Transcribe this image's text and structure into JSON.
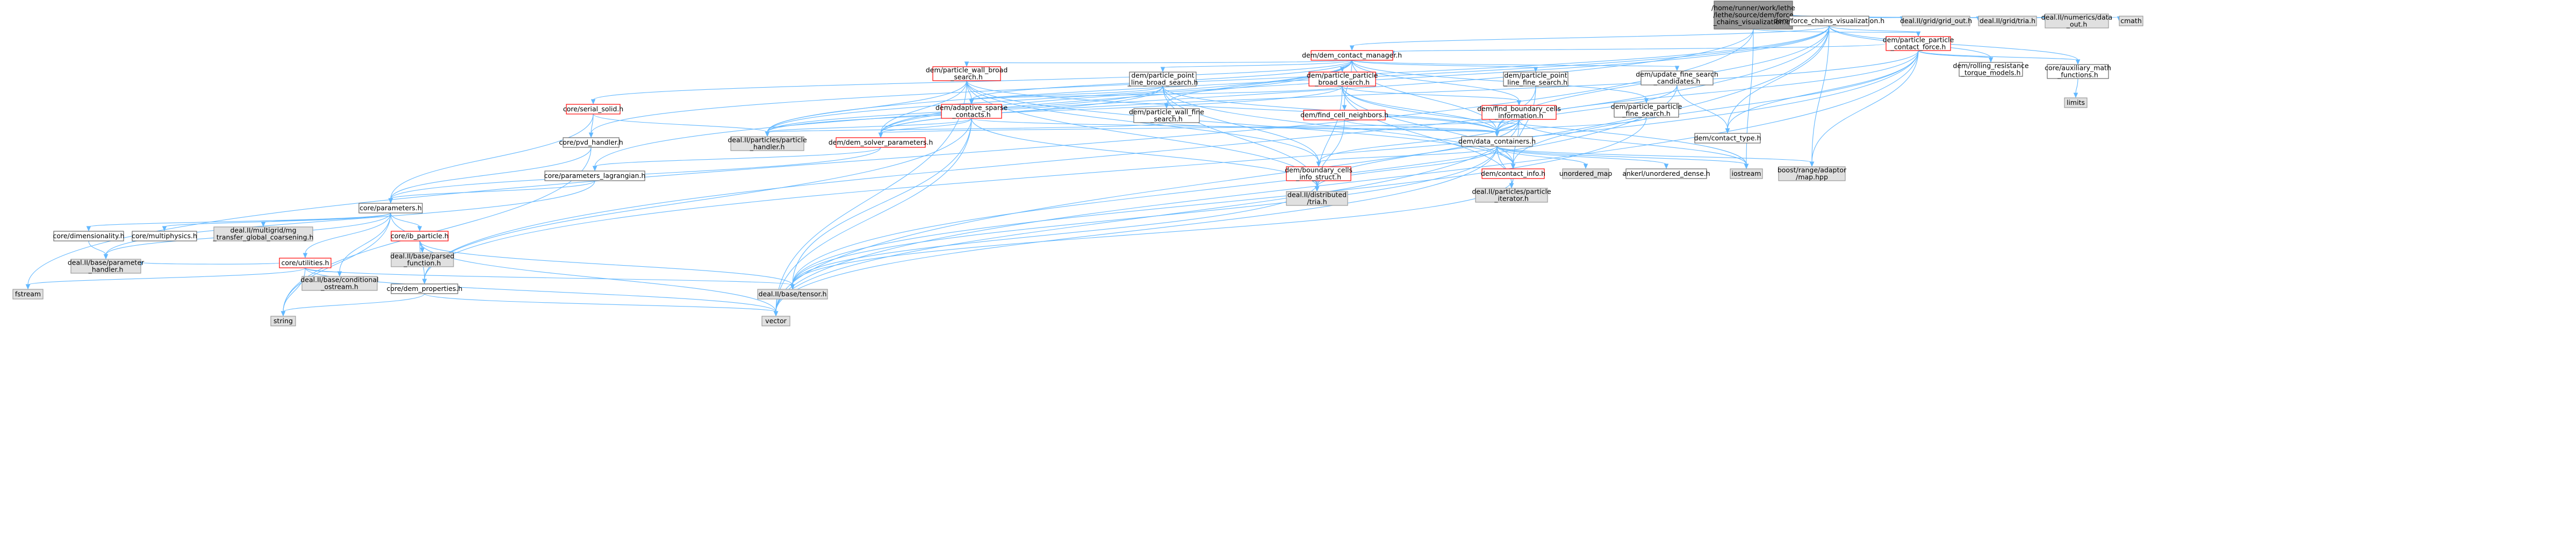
{
  "colors": {
    "root_fill": "#999999",
    "grey_fill": "#e0e0e0",
    "grey_stroke": "#999999",
    "white_fill": "#ffffff",
    "white_stroke": "#666666",
    "red_stroke": "#ff0000",
    "edge": "#63b8ff",
    "text": "#000000"
  },
  "nodes": {
    "root": {
      "lines": [
        "/home/runner/work/lethe",
        "/lethe/source/dem/force",
        "_chains_visualization.cc"
      ],
      "kind": "root",
      "interactable": false
    },
    "fcv": {
      "lines": [
        "dem/force_chains_visualization.h"
      ],
      "kind": "white",
      "interactable": true
    },
    "grid_out": {
      "lines": [
        "deal.II/grid/grid_out.h"
      ],
      "kind": "grey",
      "interactable": false
    },
    "grid_tria": {
      "lines": [
        "deal.II/grid/tria.h"
      ],
      "kind": "grey",
      "interactable": false
    },
    "data_out": {
      "lines": [
        "deal.II/numerics/data",
        "_out.h"
      ],
      "kind": "grey",
      "interactable": false
    },
    "cmath": {
      "lines": [
        "cmath"
      ],
      "kind": "grey",
      "interactable": false
    },
    "ppcf": {
      "lines": [
        "dem/particle_particle",
        "_contact_force.h"
      ],
      "kind": "red",
      "interactable": true
    },
    "dcm": {
      "lines": [
        "dem/dem_contact_manager.h"
      ],
      "kind": "red",
      "interactable": true
    },
    "rolling": {
      "lines": [
        "dem/rolling_resistance",
        "_torque_models.h"
      ],
      "kind": "white",
      "interactable": true
    },
    "aux_math": {
      "lines": [
        "core/auxiliary_math",
        "_functions.h"
      ],
      "kind": "white",
      "interactable": true
    },
    "limits": {
      "lines": [
        "limits"
      ],
      "kind": "grey",
      "interactable": false
    },
    "pwbs": {
      "lines": [
        "dem/particle_wall_broad",
        "_search.h"
      ],
      "kind": "red",
      "interactable": true
    },
    "pplbs": {
      "lines": [
        "dem/particle_point",
        "_line_broad_search.h"
      ],
      "kind": "white",
      "interactable": true
    },
    "ppbs": {
      "lines": [
        "dem/particle_particle",
        "_broad_search.h"
      ],
      "kind": "red",
      "interactable": true
    },
    "pplfs": {
      "lines": [
        "dem/particle_point",
        "_line_fine_search.h"
      ],
      "kind": "white",
      "interactable": true
    },
    "ufsc": {
      "lines": [
        "dem/update_fine_search",
        "_candidates.h"
      ],
      "kind": "white",
      "interactable": true
    },
    "serial_solid": {
      "lines": [
        "core/serial_solid.h"
      ],
      "kind": "red",
      "interactable": true
    },
    "asc": {
      "lines": [
        "dem/adaptive_sparse",
        "_contacts.h"
      ],
      "kind": "red",
      "interactable": true
    },
    "pwfs": {
      "lines": [
        "dem/particle_wall_fine",
        "_search.h"
      ],
      "kind": "white",
      "interactable": true
    },
    "fcn": {
      "lines": [
        "dem/find_cell_neighbors.h"
      ],
      "kind": "red",
      "interactable": true
    },
    "fbci": {
      "lines": [
        "dem/find_boundary_cells",
        "_information.h"
      ],
      "kind": "red",
      "interactable": true
    },
    "ppfs": {
      "lines": [
        "dem/particle_particle",
        "_fine_search.h"
      ],
      "kind": "white",
      "interactable": true
    },
    "contact_type": {
      "lines": [
        "dem/contact_type.h"
      ],
      "kind": "white",
      "interactable": true
    },
    "pvd": {
      "lines": [
        "core/pvd_handler.h"
      ],
      "kind": "white",
      "interactable": true
    },
    "particle_handler": {
      "lines": [
        "deal.II/particles/particle",
        "_handler.h"
      ],
      "kind": "grey",
      "interactable": false
    },
    "dsp": {
      "lines": [
        "dem/dem_solver_parameters.h"
      ],
      "kind": "red",
      "interactable": true
    },
    "data_containers": {
      "lines": [
        "dem/data_containers.h"
      ],
      "kind": "white",
      "interactable": true
    },
    "param_lag": {
      "lines": [
        "core/parameters_lagrangian.h"
      ],
      "kind": "white",
      "interactable": true
    },
    "bcis": {
      "lines": [
        "dem/boundary_cells",
        "_info_struct.h"
      ],
      "kind": "red",
      "interactable": true
    },
    "contact_info": {
      "lines": [
        "dem/contact_info.h"
      ],
      "kind": "red",
      "interactable": true
    },
    "unordered_map": {
      "lines": [
        "unordered_map"
      ],
      "kind": "grey",
      "interactable": false
    },
    "ankerl": {
      "lines": [
        "ankerl/unordered_dense.h"
      ],
      "kind": "white",
      "interactable": true
    },
    "iostream": {
      "lines": [
        "iostream"
      ],
      "kind": "grey",
      "interactable": false
    },
    "boost_map": {
      "lines": [
        "boost/range/adaptor",
        "/map.hpp"
      ],
      "kind": "grey",
      "interactable": false
    },
    "dist_tria": {
      "lines": [
        "deal.II/distributed",
        "/tria.h"
      ],
      "kind": "grey",
      "interactable": false
    },
    "particle_iter": {
      "lines": [
        "deal.II/particles/particle",
        "_iterator.h"
      ],
      "kind": "grey",
      "interactable": false
    },
    "parameters": {
      "lines": [
        "core/parameters.h"
      ],
      "kind": "white",
      "interactable": true
    },
    "dimensionality": {
      "lines": [
        "core/dimensionality.h"
      ],
      "kind": "white",
      "interactable": true
    },
    "multiphysics": {
      "lines": [
        "core/multiphysics.h"
      ],
      "kind": "white",
      "interactable": true
    },
    "mg_transfer": {
      "lines": [
        "deal.II/multigrid/mg",
        "_transfer_global_coarsening.h"
      ],
      "kind": "grey",
      "interactable": false
    },
    "ib_particle": {
      "lines": [
        "core/ib_particle.h"
      ],
      "kind": "red",
      "interactable": true
    },
    "utilities": {
      "lines": [
        "core/utilities.h"
      ],
      "kind": "red",
      "interactable": true
    },
    "param_handler": {
      "lines": [
        "deal.II/base/parameter",
        "_handler.h"
      ],
      "kind": "grey",
      "interactable": false
    },
    "conditional": {
      "lines": [
        "deal.II/base/conditional",
        "_ostream.h"
      ],
      "kind": "grey",
      "interactable": false
    },
    "parsed_function": {
      "lines": [
        "deal.II/base/parsed",
        "_function.h"
      ],
      "kind": "grey",
      "interactable": false
    },
    "dem_properties": {
      "lines": [
        "core/dem_properties.h"
      ],
      "kind": "white",
      "interactable": true
    },
    "tensor": {
      "lines": [
        "deal.II/base/tensor.h"
      ],
      "kind": "grey",
      "interactable": false
    },
    "fstream": {
      "lines": [
        "fstream"
      ],
      "kind": "grey",
      "interactable": false
    },
    "string": {
      "lines": [
        "string"
      ],
      "kind": "grey",
      "interactable": false
    },
    "vector": {
      "lines": [
        "vector"
      ],
      "kind": "grey",
      "interactable": false
    }
  }
}
